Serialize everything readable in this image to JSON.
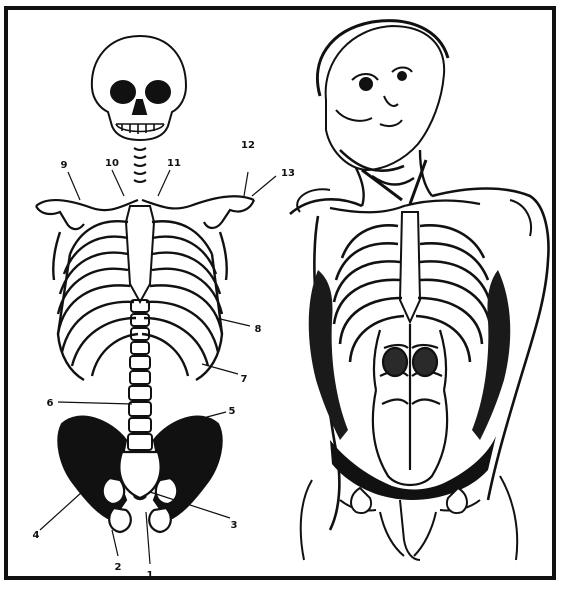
{
  "labels": [
    {
      "id": "1",
      "text": "1"
    },
    {
      "id": "2",
      "text": "2"
    },
    {
      "id": "3",
      "text": "3"
    },
    {
      "id": "4",
      "text": "4"
    },
    {
      "id": "5",
      "text": "5"
    },
    {
      "id": "6",
      "text": "6"
    },
    {
      "id": "7",
      "text": "7"
    },
    {
      "id": "8",
      "text": "8"
    },
    {
      "id": "9",
      "text": "9"
    },
    {
      "id": "10",
      "text": "10"
    },
    {
      "id": "11",
      "text": "11"
    },
    {
      "id": "12",
      "text": "12"
    },
    {
      "id": "13",
      "text": "13"
    }
  ],
  "colors": {
    "ink": "#111111",
    "paper": "#ffffff",
    "shadow": "#1a1a1a"
  }
}
